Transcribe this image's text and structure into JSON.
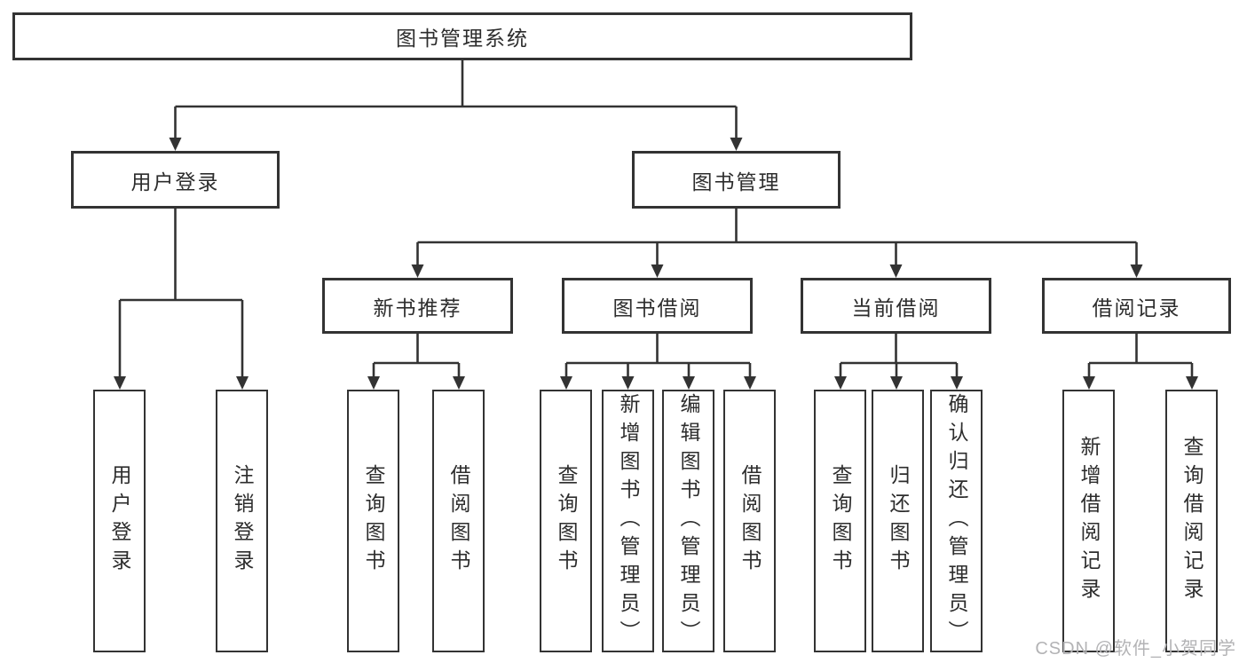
{
  "diagram": {
    "root": {
      "label": "图书管理系统"
    },
    "branches": [
      {
        "label": "用户登录",
        "children": [
          {
            "label": "用户登录"
          },
          {
            "label": "注销登录"
          }
        ]
      },
      {
        "label": "图书管理",
        "children": [
          {
            "label": "新书推荐",
            "children": [
              {
                "label": "查询图书"
              },
              {
                "label": "借阅图书"
              }
            ]
          },
          {
            "label": "图书借阅",
            "children": [
              {
                "label": "查询图书"
              },
              {
                "label": "新增图书（管理员）"
              },
              {
                "label": "编辑图书（管理员）"
              },
              {
                "label": "借阅图书"
              }
            ]
          },
          {
            "label": "当前借阅",
            "children": [
              {
                "label": "查询图书"
              },
              {
                "label": "归还图书"
              },
              {
                "label": "确认归还（管理员）"
              }
            ]
          },
          {
            "label": "借阅记录",
            "children": [
              {
                "label": "新增借阅记录"
              },
              {
                "label": "查询借阅记录"
              }
            ]
          }
        ]
      }
    ]
  },
  "watermark": {
    "text": "CSDN @软件_小贺同学"
  },
  "colors": {
    "line": "#333333",
    "box_border": "#333333",
    "text": "#2d2d2d",
    "background": "#ffffff",
    "watermark": "#b3b3b5"
  }
}
